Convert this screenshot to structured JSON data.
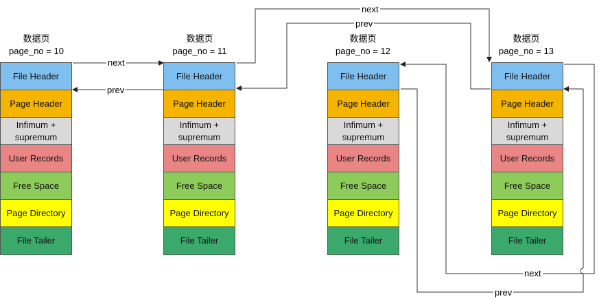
{
  "segment_names": [
    "File Header",
    "Page Header",
    "Infimum +\nsupremum",
    "User Records",
    "Free Space",
    "Page Directory",
    "File Tailer"
  ],
  "segment_colors": [
    "#7fbff0",
    "#f5b400",
    "#d9d9d9",
    "#ea8585",
    "#8dcc5a",
    "#ffff00",
    "#3aa96b"
  ],
  "pages": [
    {
      "title": "数据页",
      "page_no": "page_no = 10"
    },
    {
      "title": "数据页",
      "page_no": "page_no = 11"
    },
    {
      "title": "数据页",
      "page_no": "page_no = 12"
    },
    {
      "title": "数据页",
      "page_no": "page_no = 13"
    }
  ],
  "links": {
    "p10_p11_next": "next",
    "p11_p10_prev": "prev",
    "p11_p13_next": "next",
    "p13_p11_prev": "prev",
    "p13_p12_next": "next",
    "p12_p13_prev": "prev"
  }
}
